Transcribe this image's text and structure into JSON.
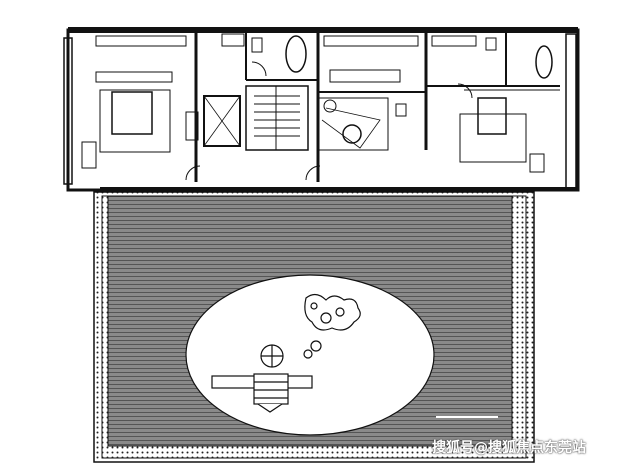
{
  "drawing": {
    "type": "architectural floor plan",
    "style": "black line drawing on white",
    "colors": {
      "line": "#111111",
      "deck": "#888888",
      "lawn": "#ffffff",
      "background": "#ffffff"
    }
  },
  "watermark": {
    "text": "搜狐号@搜狐焦点东莞站"
  }
}
